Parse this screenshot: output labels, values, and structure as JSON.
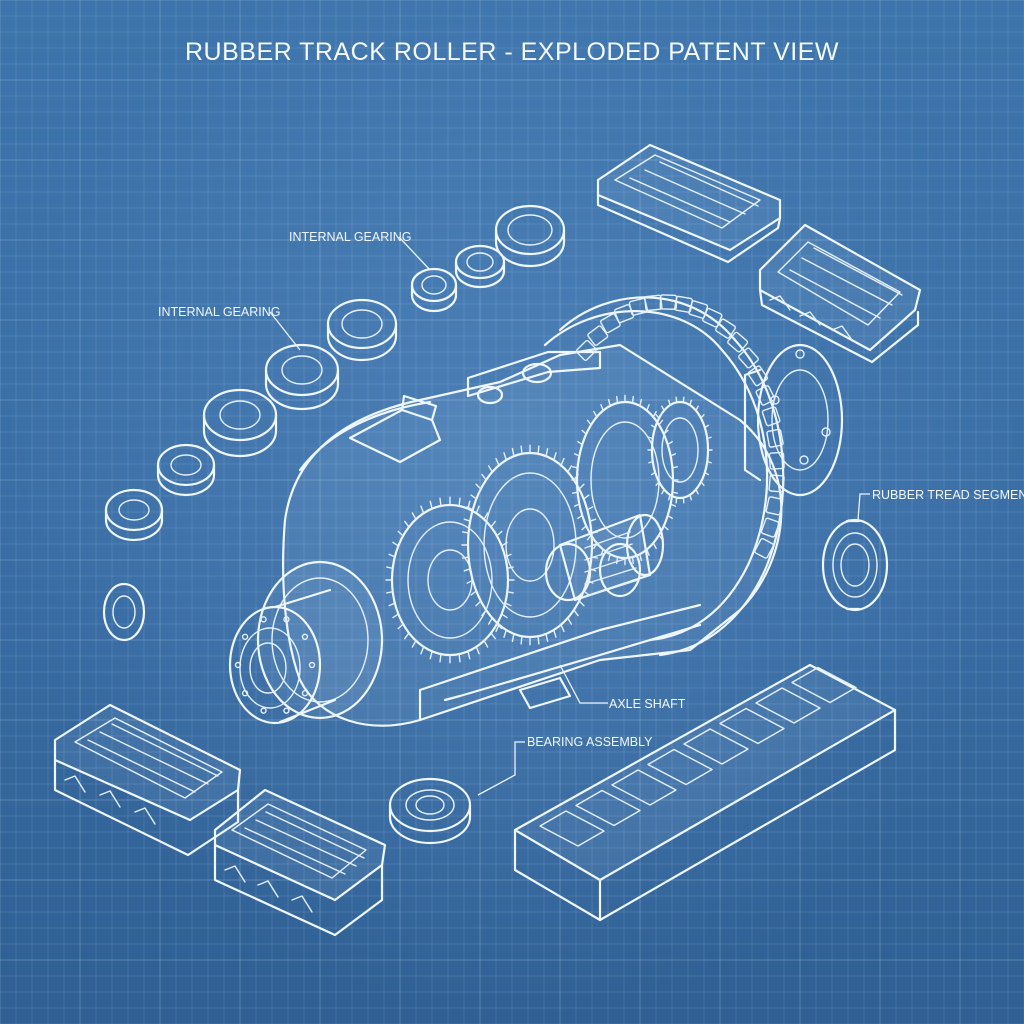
{
  "title": "RUBBER TRACK ROLLER - EXPLODED PATENT VIEW",
  "callouts": {
    "internal_gearing_top": "INTERNAL GEARING",
    "internal_gearing_left": "INTERNAL GEARING",
    "rubber_tread_segment": "RUBBER TREAD SEGMENT",
    "axle_shaft": "AXLE SHAFT",
    "bearing_assembly": "BEARING ASSEMBLY"
  },
  "colors": {
    "background": "#3a6ea5",
    "linework": "#eef6ff"
  }
}
